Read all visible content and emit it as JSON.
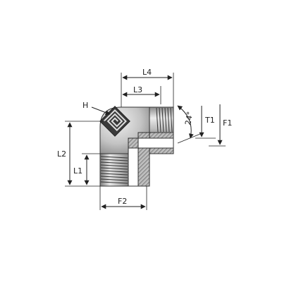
{
  "drawing": {
    "dimension_labels": {
      "L4": "L4",
      "L3": "L3",
      "H": "H",
      "L2": "L2",
      "L1": "L1",
      "F2": "F2",
      "T1": "T1",
      "F1": "F1",
      "angle": "24°"
    },
    "colors": {
      "body_fill": "#c8c8c8",
      "body_dark": "#8a8a8a",
      "body_light": "#e6e6e6",
      "hatch": "#555555",
      "line": "#222222"
    },
    "logo_icon": "square-spiral-logo-icon"
  }
}
